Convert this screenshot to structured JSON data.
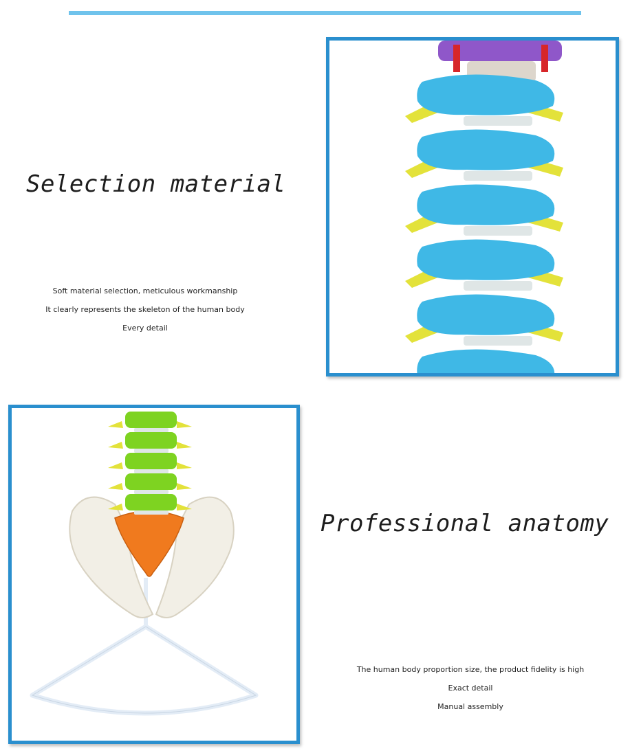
{
  "colors": {
    "accent_bar": "#6fc3ec",
    "frame_border": "#2a8fce",
    "vertebra_blue": "#3fb8e6",
    "nerve_yellow": "#e3e23a",
    "vertebra_green": "#7ed321",
    "sacrum_orange": "#f07a1e",
    "bone_white": "#f2efe6",
    "stand_white": "#eaf2fa"
  },
  "section_1": {
    "heading": "Selection material",
    "lines": [
      "Soft material selection, meticulous workmanship",
      "It clearly represents the skeleton of the human body",
      "Every detail"
    ],
    "image": "cervical-spine-closeup-photo"
  },
  "section_2": {
    "heading": "Professional anatomy",
    "lines": [
      "The human body proportion size, the product fidelity is high",
      "Exact detail",
      "Manual assembly"
    ],
    "image": "lumbar-spine-pelvis-on-stand-photo"
  }
}
